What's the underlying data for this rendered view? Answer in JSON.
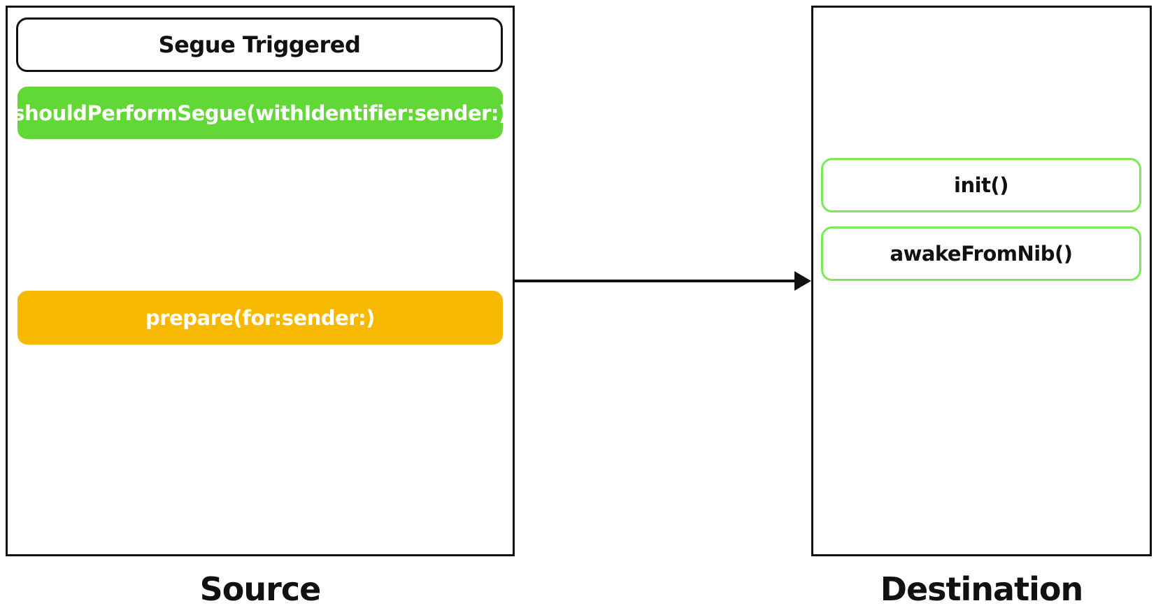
{
  "source": {
    "label": "Source",
    "header": "Segue Triggered",
    "should_perform": "shouldPerformSegue(withIdentifier:sender:)",
    "prepare": "prepare(for:sender:)"
  },
  "destination": {
    "label": "Destination",
    "init": "init()",
    "awake_from_nib": "awakeFromNib()"
  },
  "colors": {
    "green_fill": "#61d836",
    "yellow_fill": "#f7b900",
    "green_outline": "#7be854",
    "ink": "#111111"
  }
}
